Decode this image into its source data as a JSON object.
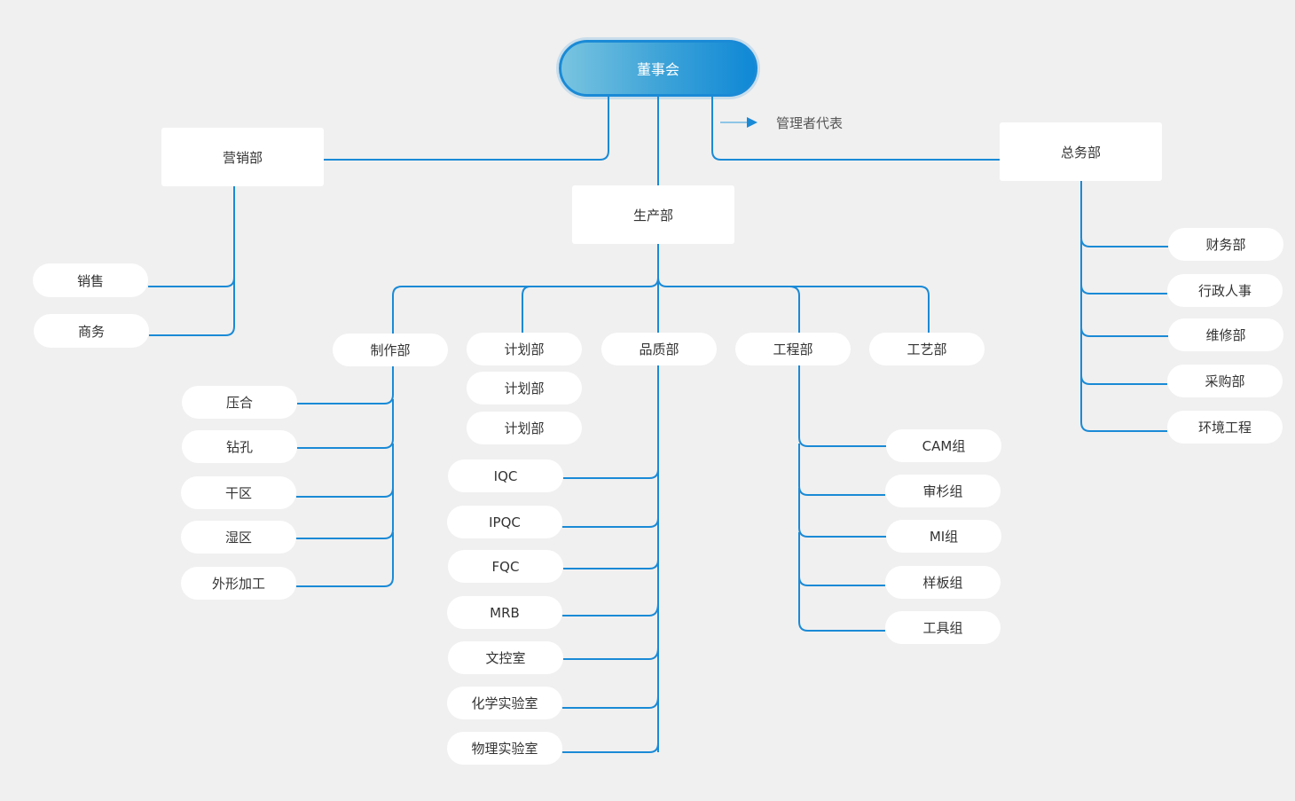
{
  "colors": {
    "line": "#1a8ad6",
    "node_bg": "#ffffff",
    "text": "#333333",
    "root_gradient_start": "#79c4e0",
    "root_gradient_end": "#0f88d6"
  },
  "root": {
    "label": "董事会"
  },
  "legend": {
    "label": "管理者代表",
    "icon": "arrow-right-icon"
  },
  "marketing": {
    "label": "营销部",
    "children": [
      "销售",
      "商务"
    ]
  },
  "production": {
    "label": "生产部",
    "manufacturing": {
      "label": "制作部",
      "children": [
        "压合",
        "钻孔",
        "干区",
        "湿区",
        "外形加工"
      ]
    },
    "planning": {
      "label": "计划部",
      "extra": [
        "计划部",
        "计划部"
      ]
    },
    "quality": {
      "label": "品质部",
      "children": [
        "IQC",
        "IPQC",
        "FQC",
        "MRB",
        "文控室",
        "化学实验室",
        "物理实验室"
      ]
    },
    "engineering": {
      "label": "工程部",
      "children": [
        "CAM组",
        "审杉组",
        "MI组",
        "样板组",
        "工具组"
      ]
    },
    "process": {
      "label": "工艺部"
    }
  },
  "general_affairs": {
    "label": "总务部",
    "children": [
      "财务部",
      "行政人事",
      "维修部",
      "采购部",
      "环境工程"
    ]
  }
}
